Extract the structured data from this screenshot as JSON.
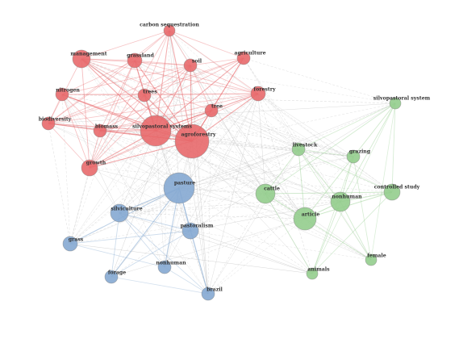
{
  "colors": {
    "red_cluster": "#e8696c",
    "blue_cluster": "#85a9d1",
    "green_cluster": "#94cd8d",
    "background": "#ffffff",
    "label": "#333333"
  },
  "clusters": [
    {
      "id": "red",
      "color": "#e8696c"
    },
    {
      "id": "blue",
      "color": "#85a9d1"
    },
    {
      "id": "green",
      "color": "#94cd8d"
    }
  ],
  "nodes": [
    {
      "id": "carbon_sequestration",
      "label": "carbon sequestration",
      "cluster": "red",
      "weight": 2
    },
    {
      "id": "management",
      "label": "management",
      "cluster": "red",
      "weight": 4
    },
    {
      "id": "grassland",
      "label": "grassland",
      "cluster": "red",
      "weight": 3
    },
    {
      "id": "soil",
      "label": "soil",
      "cluster": "red",
      "weight": 3
    },
    {
      "id": "agriculture",
      "label": "agriculture",
      "cluster": "red",
      "weight": 3
    },
    {
      "id": "nitrogen",
      "label": "nitrogen",
      "cluster": "red",
      "weight": 3
    },
    {
      "id": "trees",
      "label": "trees",
      "cluster": "red",
      "weight": 3
    },
    {
      "id": "forestry",
      "label": "forestry",
      "cluster": "red",
      "weight": 3
    },
    {
      "id": "tree",
      "label": "tree",
      "cluster": "red",
      "weight": 2
    },
    {
      "id": "biodiversity",
      "label": "biodiversity",
      "cluster": "red",
      "weight": 2
    },
    {
      "id": "biomass",
      "label": "biomass",
      "cluster": "red",
      "weight": 3
    },
    {
      "id": "silvopastoral_systems",
      "label": "silvopastoral systems",
      "cluster": "red",
      "weight": 10
    },
    {
      "id": "agroforestry",
      "label": "agroforestry",
      "cluster": "red",
      "weight": 11
    },
    {
      "id": "growth",
      "label": "growth",
      "cluster": "red",
      "weight": 4
    },
    {
      "id": "pasture",
      "label": "pasture",
      "cluster": "blue",
      "weight": 10
    },
    {
      "id": "silviculture",
      "label": "silviculture",
      "cluster": "blue",
      "weight": 4
    },
    {
      "id": "pastoralism",
      "label": "pastoralism",
      "cluster": "blue",
      "weight": 4
    },
    {
      "id": "grass",
      "label": "grass",
      "cluster": "blue",
      "weight": 3
    },
    {
      "id": "forage",
      "label": "forage",
      "cluster": "blue",
      "weight": 3
    },
    {
      "id": "nonhuman",
      "label": "nonhuman",
      "cluster": "blue",
      "weight": 3
    },
    {
      "id": "brazil",
      "label": "brazil",
      "cluster": "blue",
      "weight": 2
    },
    {
      "id": "silvopastoral_system",
      "label": "silvopastoral system",
      "cluster": "green",
      "weight": 2
    },
    {
      "id": "livestock",
      "label": "livestock",
      "cluster": "green",
      "weight": 3
    },
    {
      "id": "grazing",
      "label": "grazing",
      "cluster": "green",
      "weight": 3
    },
    {
      "id": "cattle",
      "label": "cattle",
      "cluster": "green",
      "weight": 5
    },
    {
      "id": "nonhuman_green",
      "label": "nonhuman",
      "cluster": "green",
      "weight": 5
    },
    {
      "id": "controlled_study",
      "label": "controlled study",
      "cluster": "green",
      "weight": 4
    },
    {
      "id": "article",
      "label": "article",
      "cluster": "green",
      "weight": 6
    },
    {
      "id": "female",
      "label": "female",
      "cluster": "green",
      "weight": 2
    },
    {
      "id": "animals",
      "label": "animals",
      "cluster": "green",
      "weight": 2
    }
  ]
}
